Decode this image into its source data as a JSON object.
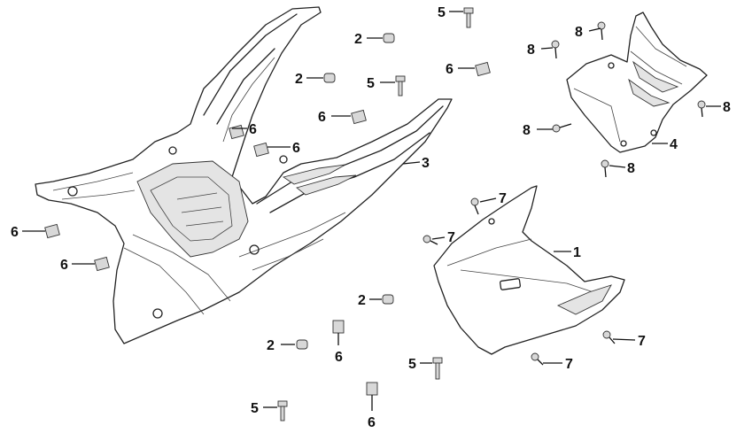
{
  "diagram": {
    "callouts": {
      "c1": "1",
      "c2a": "2",
      "c2b": "2",
      "c2c": "2",
      "c2d": "2",
      "c3": "3",
      "c4": "4",
      "c5a": "5",
      "c5b": "5",
      "c5c": "5",
      "c5d": "5",
      "c6a": "6",
      "c6b": "6",
      "c6c": "6",
      "c6d": "6",
      "c6e": "6",
      "c6f": "6",
      "c6g": "6",
      "c6h": "6",
      "c7a": "7",
      "c7b": "7",
      "c7c": "7",
      "c7d": "7",
      "c8a": "8",
      "c8b": "8",
      "c8c": "8",
      "c8d": "8",
      "c8e": "8"
    },
    "colors": {
      "line": "#222222",
      "shade": "#e4e4e4",
      "background": "#ffffff"
    }
  }
}
